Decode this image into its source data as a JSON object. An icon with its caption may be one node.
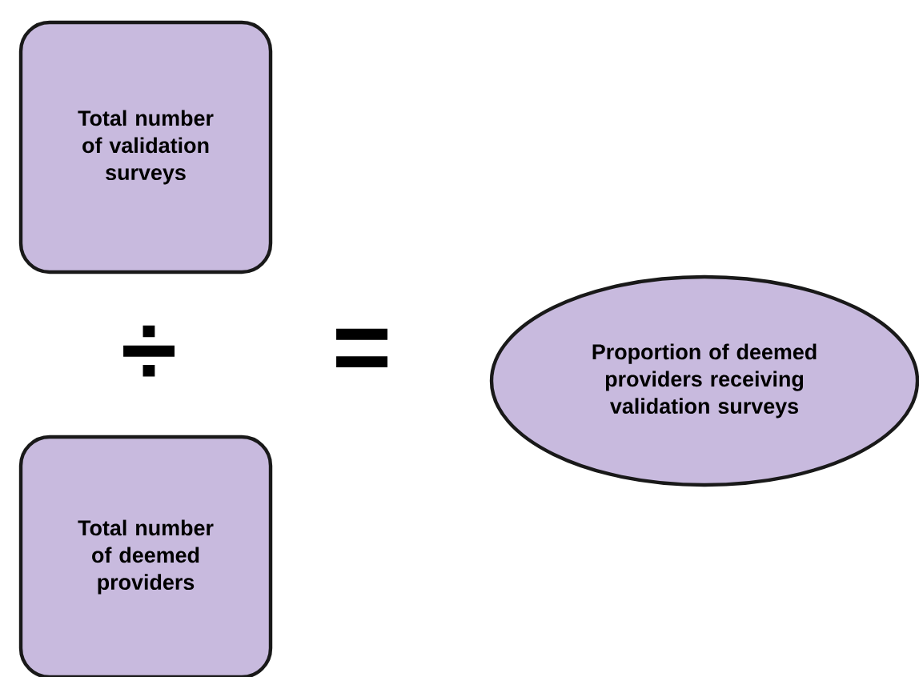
{
  "diagram": {
    "nodes": [
      {
        "text": [
          "Total number of validation surveys"
        ]
      },
      {
        "text": [
          "Total number of deemed providers"
        ]
      },
      {
        "text": [
          "Proportion of deemed providers receiving validation surveys"
        ]
      }
    ],
    "edges": [],
    "labels": [
      "÷",
      "="
    ]
  }
}
